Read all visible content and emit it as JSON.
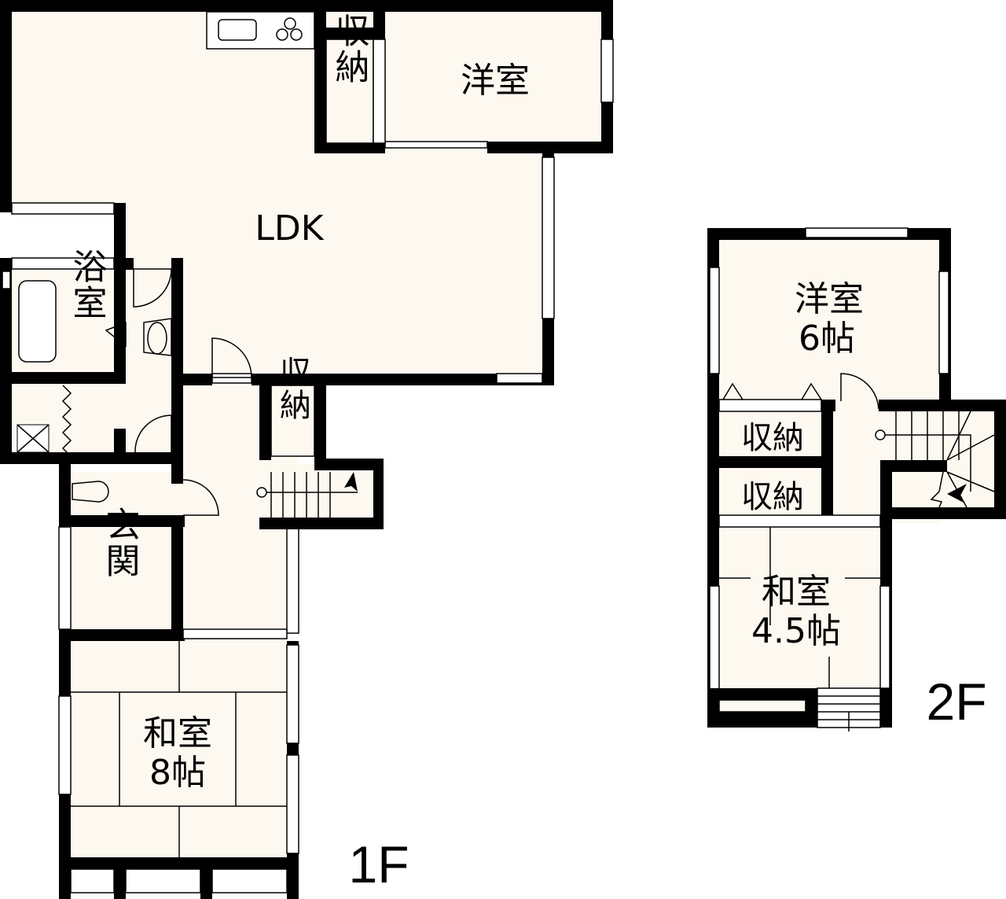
{
  "floor1": {
    "label": "1F",
    "rooms": {
      "ldk": "LDK",
      "western": "洋室",
      "storage_kitchen": "収納",
      "bath": "浴室",
      "storage_hall": "収納",
      "entrance": "玄関",
      "japanese_name": "和室",
      "japanese_size": "8帖"
    }
  },
  "floor2": {
    "label": "2F",
    "rooms": {
      "western_name": "洋室",
      "western_size": "6帖",
      "storage_upper": "収納",
      "storage_lower": "収納",
      "japanese_name": "和室",
      "japanese_size": "4.5帖"
    }
  },
  "colors": {
    "floor_fill": "#fdf9f0",
    "wall": "#000000"
  }
}
